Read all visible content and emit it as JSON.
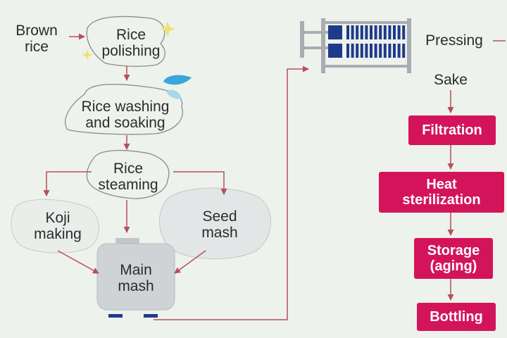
{
  "labels": {
    "brown_rice": "Brown\nrice",
    "rice_polishing": "Rice\npolishing",
    "rice_washing": "Rice washing\nand soaking",
    "rice_steaming": "Rice\nsteaming",
    "koji_making": "Koji\nmaking",
    "seed_mash": "Seed\nmash",
    "main_mash": "Main\nmash",
    "pressing": "Pressing",
    "sake": "Sake"
  },
  "boxes": {
    "filtration": "Filtration",
    "heat_sterilization": "Heat\nsterilization",
    "storage": "Storage\n(aging)",
    "bottling": "Bottling"
  },
  "colors": {
    "background": "#eef2ec",
    "process_box": "#d4145a",
    "arrow": "#b5505a",
    "tank": "#cfd3d6",
    "press_plates": "#1f3a8a",
    "press_frame": "#a9adb1",
    "water_drop": "#3aa6d9",
    "sparkle": "#f2e07a"
  }
}
